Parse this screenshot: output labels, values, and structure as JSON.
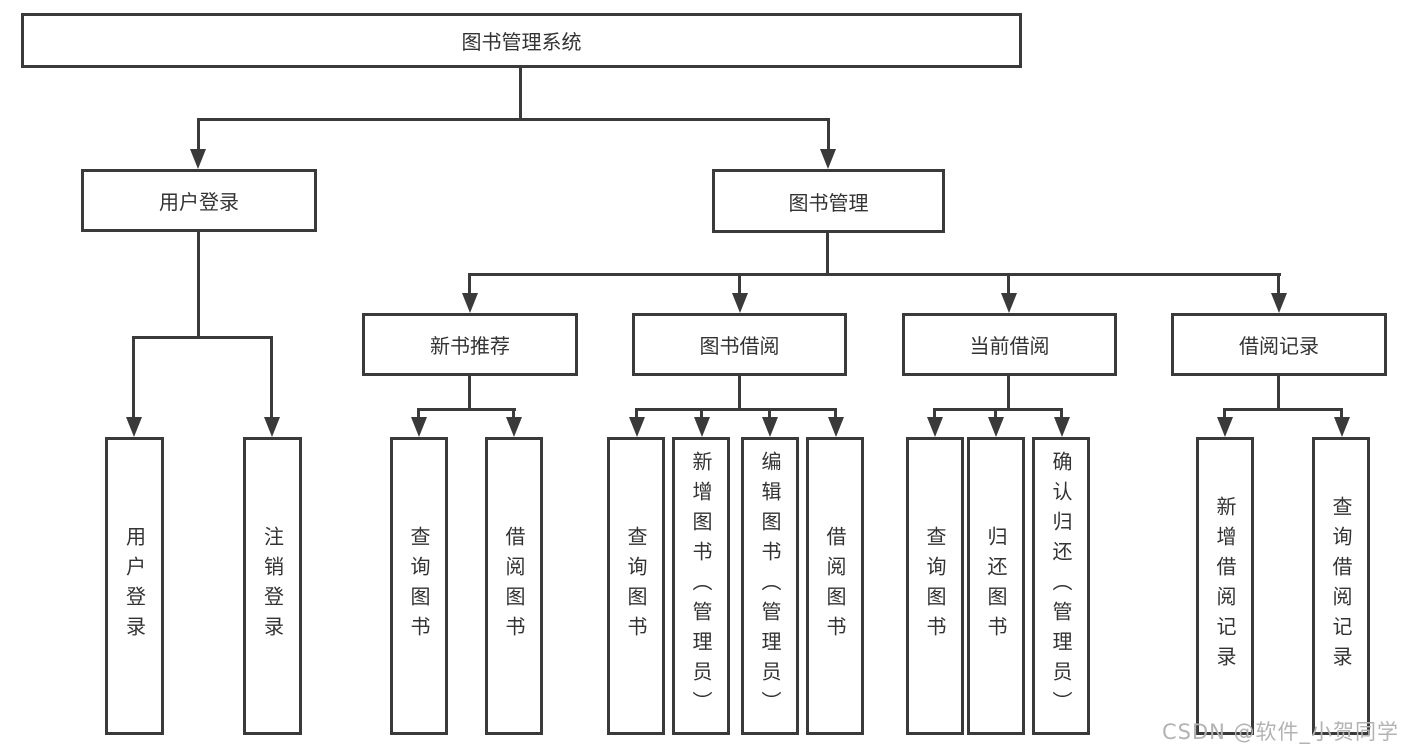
{
  "diagram": {
    "title": "图书管理系统",
    "level1": {
      "user_login": "用户登录",
      "book_management": "图书管理"
    },
    "level2": {
      "new_book": "新书推荐",
      "book_borrow": "图书借阅",
      "current_borrow": "当前借阅",
      "borrow_records": "借阅记录"
    },
    "leaves": {
      "user_login": "用户登录",
      "logout": "注销登录",
      "newbook_query": "查询图书",
      "newbook_borrow": "借阅图书",
      "borrow_query": "查询图书",
      "borrow_add": "新增图书（管理员）",
      "borrow_edit": "编辑图书（管理员）",
      "borrow_lend": "借阅图书",
      "current_query": "查询图书",
      "current_return": "归还图书",
      "current_confirm": "确认归还（管理员）",
      "records_add": "新增借阅记录",
      "records_query": "查询借阅记录"
    },
    "watermark": "CSDN @软件_小贺同学",
    "colors": {
      "line": "#3a3a3a",
      "text": "#333333",
      "watermark": "#b3b3b3",
      "background": "#ffffff"
    }
  }
}
